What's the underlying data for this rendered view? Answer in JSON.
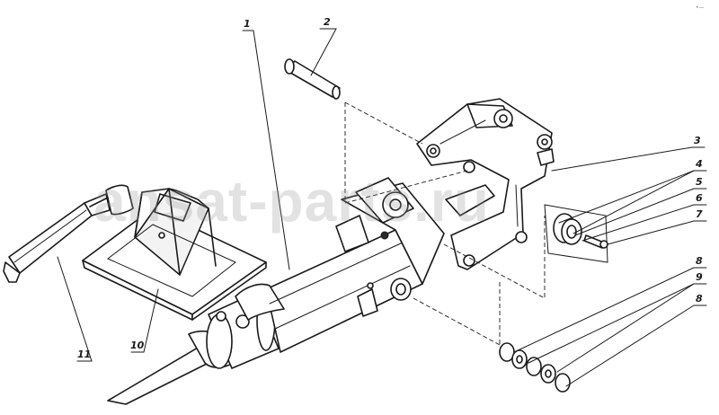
{
  "watermark": "ansat-parts.ru",
  "corner_mark": "•—",
  "callouts": [
    {
      "id": "c1",
      "label": "1"
    },
    {
      "id": "c2",
      "label": "2"
    },
    {
      "id": "c3",
      "label": "3"
    },
    {
      "id": "c4",
      "label": "4"
    },
    {
      "id": "c5",
      "label": "5"
    },
    {
      "id": "c6",
      "label": "6"
    },
    {
      "id": "c7",
      "label": "7"
    },
    {
      "id": "c8a",
      "label": "8"
    },
    {
      "id": "c9",
      "label": "9"
    },
    {
      "id": "c8b",
      "label": "8"
    },
    {
      "id": "c10",
      "label": "10"
    },
    {
      "id": "c11",
      "label": "11"
    }
  ]
}
